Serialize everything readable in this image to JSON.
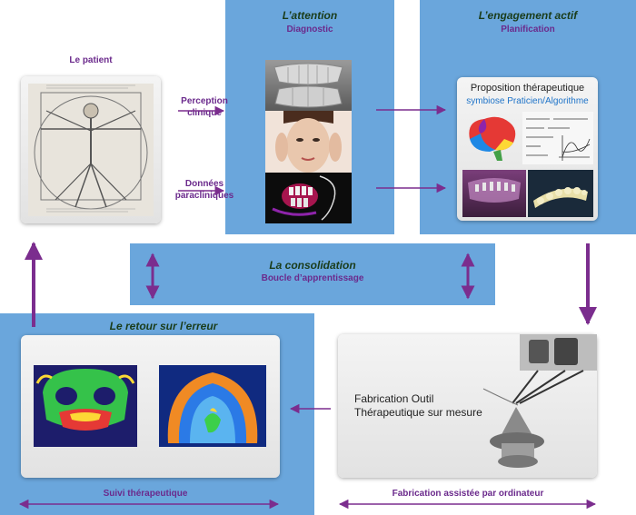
{
  "patient": {
    "title": "Le patient"
  },
  "inputs": {
    "perception": [
      "Perception",
      "clinique"
    ],
    "donnees": [
      "Données",
      "paracliniques"
    ]
  },
  "attention": {
    "title": "L’attention",
    "subtitle": "Diagnostic"
  },
  "engagement": {
    "title": "L’engagement actif",
    "subtitle": "Planification",
    "card_title": "Proposition thérapeutique",
    "card_sub": "symbiose Praticien/Algorithme"
  },
  "consolidation": {
    "title": "La consolidation",
    "subtitle": "Boucle d’apprentissage"
  },
  "retour": {
    "title": "Le retour sur l’erreur",
    "footer": "Suivi thérapeutique"
  },
  "fabrication": {
    "text": [
      "Fabrication Outil",
      "Thérapeutique sur mesure"
    ],
    "footer": "Fabrication assistée par ordinateur"
  },
  "colors": {
    "panel": "#6aa6dc",
    "purple": "#7b2d8e",
    "title": "#1a3c1a",
    "card_sub": "#1e73c8"
  }
}
